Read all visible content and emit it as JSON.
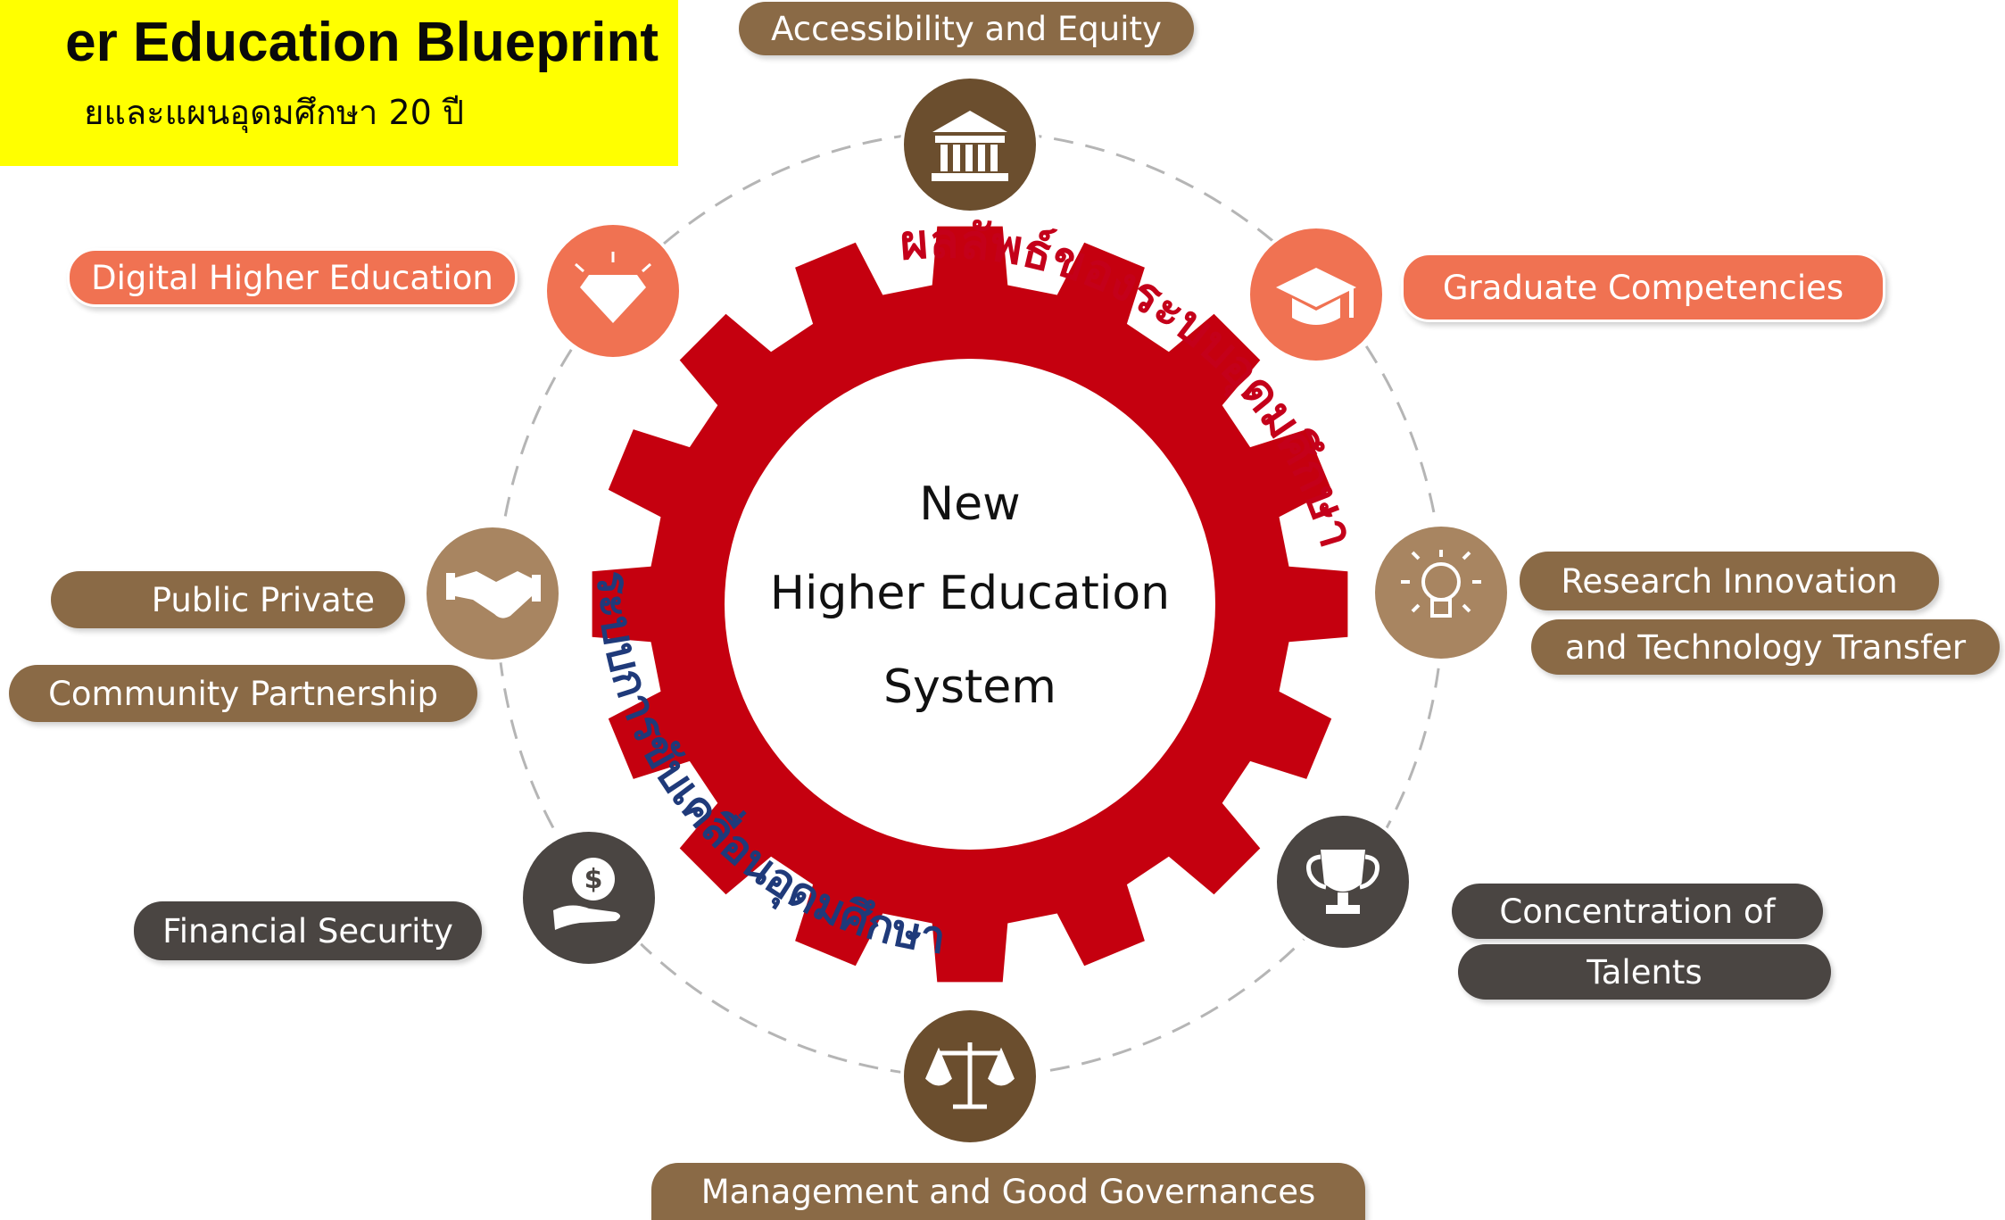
{
  "banner": {
    "title": "er Education Blueprint",
    "subtitle": "ยและแผนอุดมศึกษา 20 ปี"
  },
  "center": {
    "line1": "New",
    "line2": "Higher Education",
    "line3": "System"
  },
  "arc_labels": {
    "outcome": "ผลลัพธ์ของระบบอุดมศึกษา",
    "driver": "ระบบการขับเคลื่อนอุดมศึกษา"
  },
  "nodes": {
    "top": {
      "label": "Accessibility and Equity",
      "icon": "institution-icon"
    },
    "top_right": {
      "label": "Graduate Competencies",
      "icon": "graduation-cap-icon"
    },
    "right": {
      "label_1": "Research Innovation",
      "label_2": "and Technology Transfer",
      "icon": "lightbulb-icon"
    },
    "bottom_right": {
      "label_1": "Concentration of",
      "label_2": "Talents",
      "icon": "trophy-icon"
    },
    "bottom": {
      "label": "Management and Good Governances",
      "icon": "scales-icon"
    },
    "bottom_left": {
      "label": "Financial Security",
      "icon": "money-hand-icon"
    },
    "left": {
      "label_1": "Public Private",
      "label_2": "Community Partnership",
      "icon": "handshake-icon"
    },
    "top_left": {
      "label": "Digital Higher Education",
      "icon": "diamond-icon"
    }
  },
  "colors": {
    "gear": "#c5000f",
    "brown": "#8a6a46",
    "orange": "#f07252",
    "dark": "#4a4542",
    "outcome_text": "#c4001a",
    "driver_text": "#1f3a7a",
    "banner": "#ffff00"
  }
}
